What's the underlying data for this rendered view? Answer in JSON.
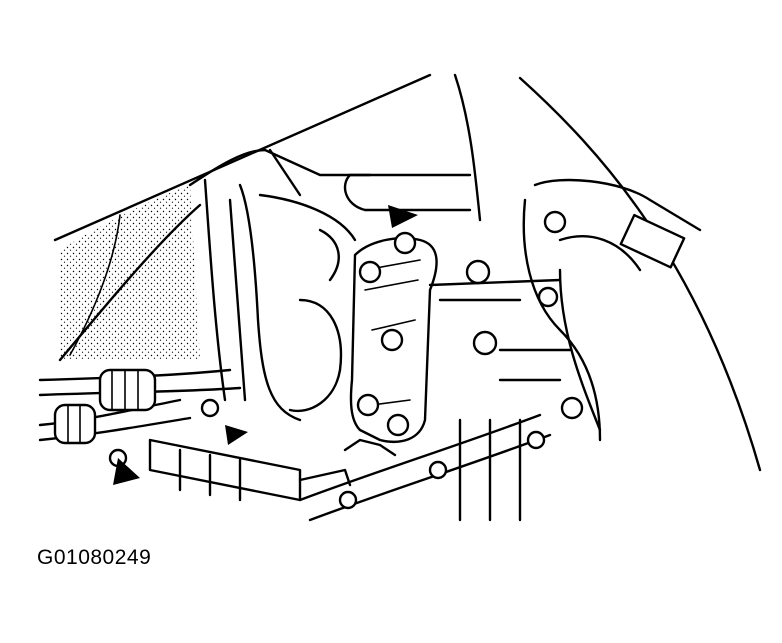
{
  "figure": {
    "caption": "G01080249",
    "ink_color": "#000000",
    "paper_color": "#ffffff",
    "callouts": [
      "arrow-upper-bracket-bolt",
      "arrow-lower-left-bolt",
      "arrow-lower-bolt"
    ]
  }
}
